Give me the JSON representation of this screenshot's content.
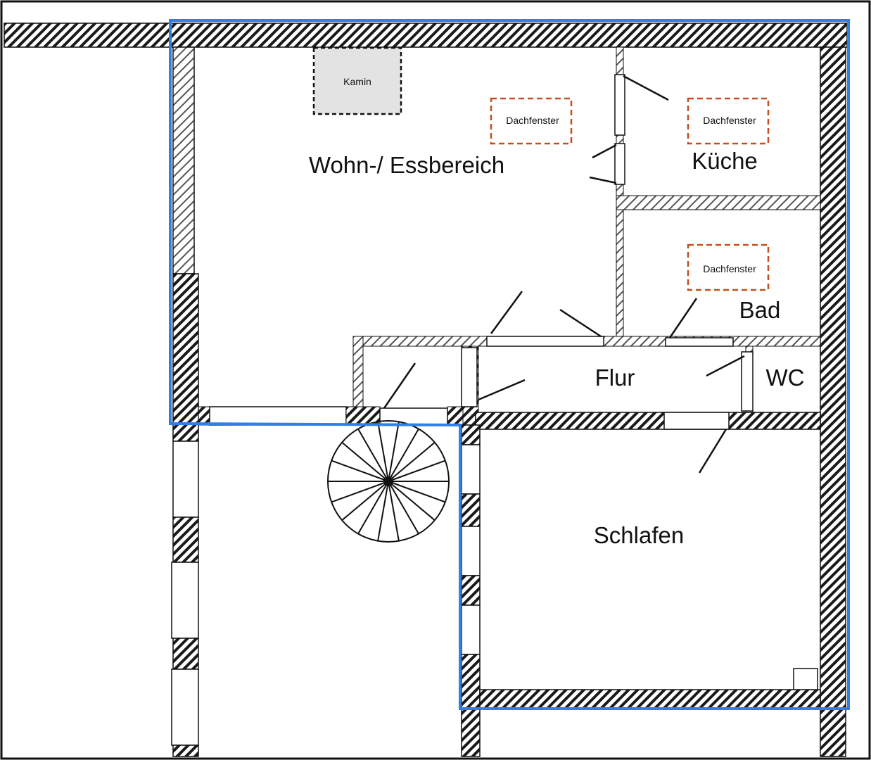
{
  "rooms": {
    "wohn": "Wohn-/ Essbereich",
    "kueche": "Küche",
    "bad": "Bad",
    "flur": "Flur",
    "wc": "WC",
    "schlafen": "Schlafen"
  },
  "features": {
    "kamin": "Kamin",
    "dachfenster_1": "Dachfenster",
    "dachfenster_2": "Dachfenster",
    "dachfenster_3": "Dachfenster"
  },
  "colors": {
    "outline": "#2f7fe6",
    "hatch": "#1a1a1a",
    "skylight": "#c0501f",
    "chimney_fill": "#e3e3e3",
    "frame": "#111111"
  }
}
